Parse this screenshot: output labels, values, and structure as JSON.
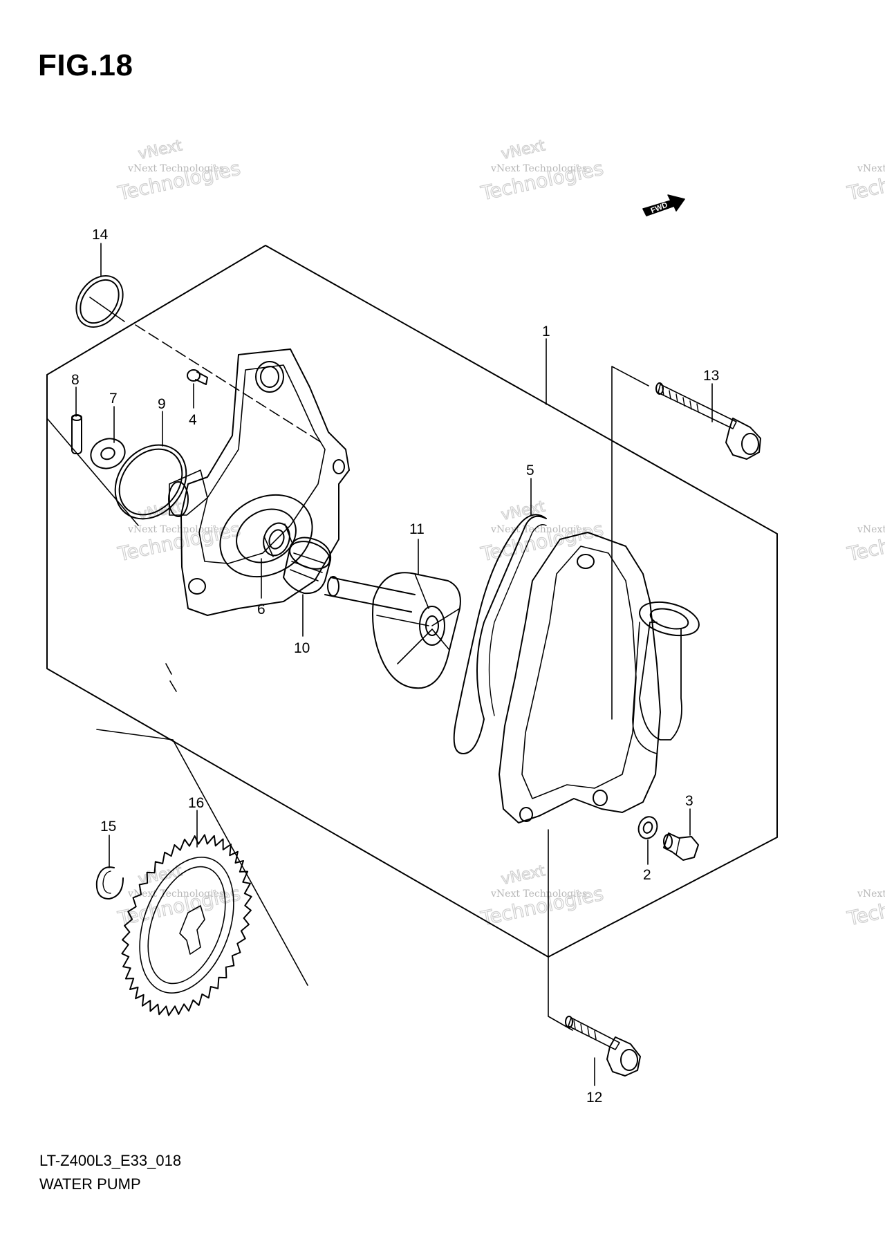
{
  "figure": {
    "title": "FIG.18",
    "model_code": "LT-Z400L3_E33_018",
    "section_name": "WATER PUMP"
  },
  "fwd_badge": {
    "label": "FWD",
    "icon": "forward-arrow-icon"
  },
  "watermark": {
    "line1": "vNext Technologies",
    "line2": "vNext",
    "line3": "Technologies"
  },
  "callouts": [
    {
      "id": "1",
      "label": "1"
    },
    {
      "id": "2",
      "label": "2"
    },
    {
      "id": "3",
      "label": "3"
    },
    {
      "id": "4",
      "label": "4"
    },
    {
      "id": "5",
      "label": "5"
    },
    {
      "id": "6",
      "label": "6"
    },
    {
      "id": "7",
      "label": "7"
    },
    {
      "id": "8",
      "label": "8"
    },
    {
      "id": "9",
      "label": "9"
    },
    {
      "id": "10",
      "label": "10"
    },
    {
      "id": "11",
      "label": "11"
    },
    {
      "id": "12",
      "label": "12"
    },
    {
      "id": "13",
      "label": "13"
    },
    {
      "id": "14",
      "label": "14"
    },
    {
      "id": "15",
      "label": "15"
    },
    {
      "id": "16",
      "label": "16"
    }
  ]
}
